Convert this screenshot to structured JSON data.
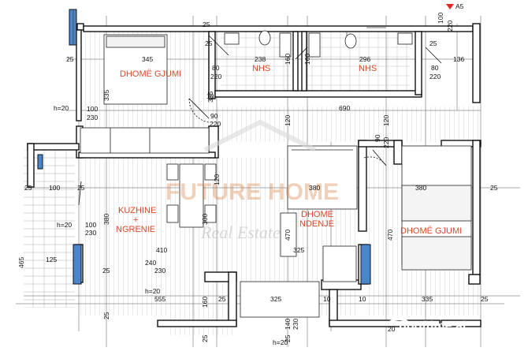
{
  "section_mark": "A5",
  "rooms": {
    "bedroom_left": "DHOMË GJUMI",
    "wc_left": "NHS",
    "wc_right": "NHS",
    "kitchen_line1": "KUZHINE",
    "kitchen_line2": "+",
    "kitchen_line3": "NGRENIE",
    "living_line1": "DHOME",
    "living_line2": "NDENJE",
    "bedroom_right": "DHOMË GJUMI"
  },
  "dims": {
    "d345": "345",
    "d335a": "335",
    "d25a": "25",
    "h20a": "h=20",
    "d100a": "100",
    "d230a": "230",
    "d238": "238",
    "d160a": "160",
    "d80a": "80",
    "d220a": "220",
    "d10a": "10",
    "d25b": "25",
    "d296": "296",
    "d160b": "160",
    "d80b": "80",
    "d220b": "220",
    "d136": "136",
    "d25c": "25",
    "d100b": "100",
    "d220c": "220",
    "d335b": "335",
    "d690": "690",
    "d120a": "120",
    "d90a": "90",
    "d220d": "220",
    "d120b": "120",
    "d120c": "120",
    "d90b": "90",
    "d220e": "220",
    "d25d": "25",
    "d100c": "100",
    "d25e": "25",
    "d380a": "380",
    "d300": "300",
    "d470a": "470",
    "d380b": "380",
    "d25f": "25",
    "h20b": "h=20",
    "d100d": "100",
    "d230b": "230",
    "d465": "465",
    "d125": "125",
    "d410": "410",
    "d325a": "325",
    "d470b": "470",
    "d240": "240",
    "d230c": "230",
    "d25g": "25",
    "h20c": "h=20",
    "d555": "555",
    "d160c": "160",
    "d25h": "25",
    "d325b": "325",
    "d10b": "10",
    "d335c": "335",
    "d10c": "10",
    "d140": "140",
    "d230d": "230",
    "h20d": "h=20",
    "d25i": "25",
    "d25j": "25",
    "d25k": "25",
    "d25l": "25",
    "d20": "20",
    "d25m": "25"
  },
  "watermark": {
    "line1": "FUTURE HOME",
    "line2": "Real Estate"
  },
  "site_logo": "npoftime.al",
  "colors": {
    "room_label": "#d9482b",
    "wall": "#111111",
    "window_glass": "#3f7fc8",
    "watermark": "#d97b3c"
  }
}
